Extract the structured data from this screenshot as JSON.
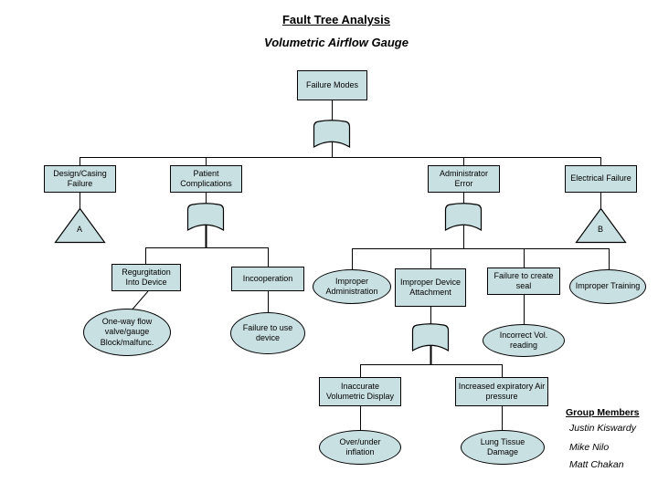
{
  "title": "Fault Tree Analysis",
  "subtitle": "Volumetric Airflow Gauge",
  "colors": {
    "node_fill": "#c9e0e2",
    "node_border": "#000000",
    "background": "#ffffff",
    "line": "#000000"
  },
  "nodes": {
    "failure_modes": {
      "label": "Failure Modes",
      "shape": "rect"
    },
    "design_casing": {
      "label": "Design/Casing Failure",
      "shape": "rect"
    },
    "patient_complications": {
      "label": "Patient Complications",
      "shape": "rect"
    },
    "administrator_error": {
      "label": "Administrator Error",
      "shape": "rect"
    },
    "electrical_failure": {
      "label": "Electrical Failure",
      "shape": "rect"
    },
    "regurgitation": {
      "label": "Regurgitation Into Device",
      "shape": "rect"
    },
    "incooperation": {
      "label": "Incooperation",
      "shape": "rect"
    },
    "improper_administration": {
      "label": "Improper Administration",
      "shape": "ellipse"
    },
    "improper_device_attachment": {
      "label": "Improper Device Attachment",
      "shape": "rect"
    },
    "failure_create_seal": {
      "label": "Failure to create seal",
      "shape": "rect"
    },
    "improper_training": {
      "label": "Improper Training",
      "shape": "ellipse"
    },
    "one_way_flow": {
      "label": "One-way flow valve/gauge Block/malfunc.",
      "shape": "ellipse"
    },
    "failure_to_use": {
      "label": "Failure to use device",
      "shape": "ellipse"
    },
    "incorrect_vol": {
      "label": "Incorrect Vol. reading",
      "shape": "ellipse"
    },
    "inaccurate_display": {
      "label": "Inaccurate Volumetric Display",
      "shape": "rect"
    },
    "increased_expiratory": {
      "label": "Increased expiratory Air pressure",
      "shape": "rect"
    },
    "over_under": {
      "label": "Over/under inflation",
      "shape": "ellipse"
    },
    "lung_tissue": {
      "label": "Lung Tissue Damage",
      "shape": "ellipse"
    }
  },
  "transfers": {
    "a": "A",
    "b": "B"
  },
  "group": {
    "heading": "Group Members",
    "names": [
      "Justin Kiswardy",
      "Mike Nilo",
      "Matt Chakan"
    ]
  }
}
